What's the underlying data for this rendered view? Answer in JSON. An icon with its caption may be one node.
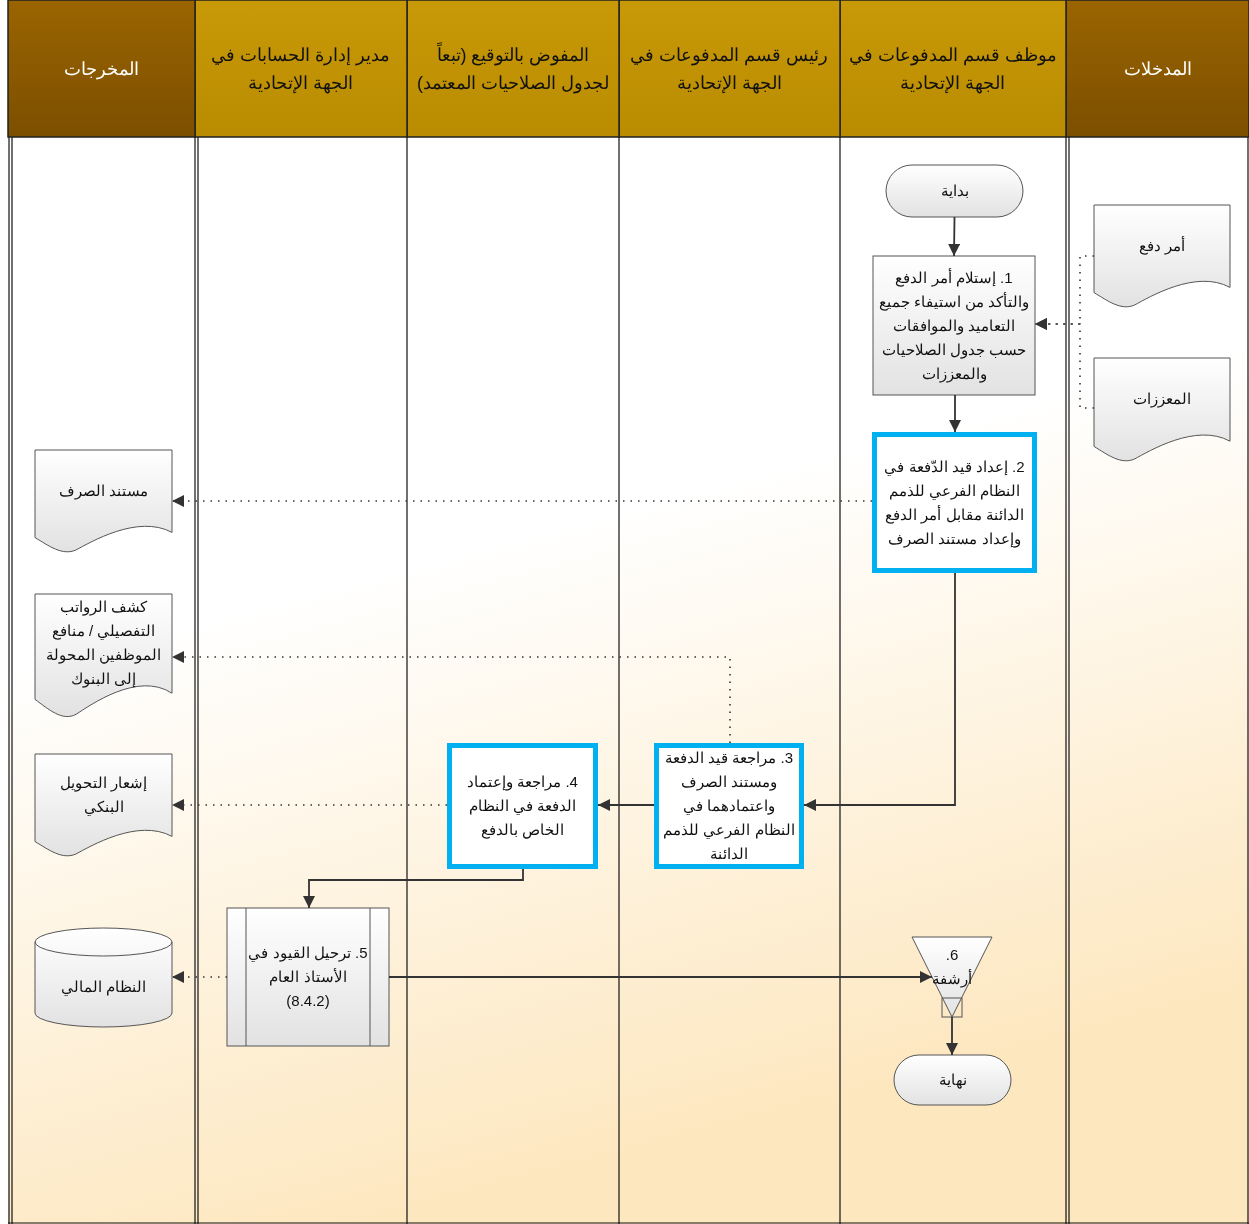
{
  "diagram": {
    "nodes": [
      {
        "text": [
          "المدخلات"
        ]
      },
      {
        "text": [
          "موظف قسم المدفوعات في الجهة الإتحادية"
        ]
      },
      {
        "text": [
          "رئيس قسم المدفوعات في الجهة الإتحادية"
        ]
      },
      {
        "text": [
          "المفوض بالتوقيع (تبعاً لجدول الصلاحيات المعتمد)"
        ]
      },
      {
        "text": [
          "مدير إدارة الحسابات في الجهة الإتحادية"
        ]
      },
      {
        "text": [
          "المخرجات"
        ]
      },
      {
        "text": [
          "بداية"
        ]
      },
      {
        "text": [
          "أمر دفع"
        ]
      },
      {
        "text": [
          "1. إستلام أمر الدفع والتأكد من استيفاء جميع التعاميد والموافقات حسب جدول الصلاحيات والمعززات"
        ]
      },
      {
        "text": [
          "المعززات"
        ]
      },
      {
        "text": [
          "2. إعداد قيد الدّفعة في النظام الفرعي للذمم الدائنة مقابل أمر الدفع وإعداد مستند الصرف"
        ]
      },
      {
        "text": [
          "مستند الصرف"
        ]
      },
      {
        "text": [
          "كشف الرواتب التفصيلي / منافع الموظفين المحولة إلى البنوك"
        ]
      },
      {
        "text": [
          "3. مراجعة قيد الدفعة ومستند الصرف واعتمادهما في النظام الفرعي للذمم الدائنة"
        ]
      },
      {
        "text": [
          "4. مراجعة وإعتماد الدفعة في النظام الخاص بالدفع"
        ]
      },
      {
        "text": [
          "إشعار التحويل البنكي"
        ]
      },
      {
        "text": [
          "5. ترحيل القيود في الأستاذ العام (8.4.2)"
        ]
      },
      {
        "text": [
          "النظام المالي"
        ]
      },
      {
        "text": [
          "6. أرشفة"
        ]
      },
      {
        "text": [
          "نهاية"
        ]
      }
    ],
    "edges": [
      {
        "from": 6,
        "to": 8,
        "arrow": "to"
      },
      {
        "from": 7,
        "to": 8,
        "arrow": "to",
        "style": "dashed"
      },
      {
        "from": 9,
        "to": 8,
        "arrow": "to",
        "style": "dashed"
      },
      {
        "from": 8,
        "to": 10,
        "arrow": "to"
      },
      {
        "from": 10,
        "to": 11,
        "arrow": "to",
        "style": "dashed"
      },
      {
        "from": 10,
        "to": 13,
        "arrow": "to"
      },
      {
        "from": 13,
        "to": 12,
        "arrow": "to",
        "style": "dashed"
      },
      {
        "from": 13,
        "to": 14,
        "arrow": "to"
      },
      {
        "from": 14,
        "to": 15,
        "arrow": "to",
        "style": "dashed"
      },
      {
        "from": 14,
        "to": 16,
        "arrow": "to"
      },
      {
        "from": 16,
        "to": 17,
        "arrow": "to",
        "style": "dashed"
      },
      {
        "from": 16,
        "to": 18,
        "arrow": "to"
      },
      {
        "from": 18,
        "to": 19,
        "arrow": "to"
      }
    ]
  }
}
